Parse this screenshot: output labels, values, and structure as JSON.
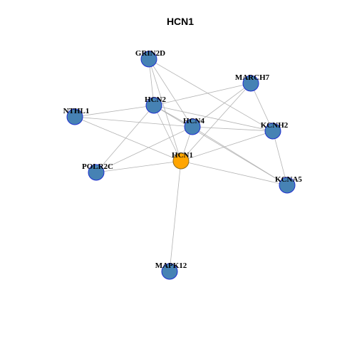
{
  "title": "HCN1",
  "colors": {
    "node_fill": "#4682b4",
    "node_stroke": "#1f2fd0",
    "focus_fill": "#ffa500",
    "focus_stroke": "#8a6a20",
    "edge": "#b3b3b3"
  },
  "nodes": [
    {
      "id": "HCN1",
      "label": "HCN1",
      "focus": true
    },
    {
      "id": "GRIN2D",
      "label": "GRIN2D",
      "focus": false
    },
    {
      "id": "MARCH7",
      "label": "MARCH7",
      "focus": false
    },
    {
      "id": "HCN2",
      "label": "HCN2",
      "focus": false
    },
    {
      "id": "NTHL1",
      "label": "NTHL1",
      "focus": false
    },
    {
      "id": "HCN4",
      "label": "HCN4",
      "focus": false
    },
    {
      "id": "KCNH2",
      "label": "KCNH2",
      "focus": false
    },
    {
      "id": "POLR2C",
      "label": "POLR2C",
      "focus": false
    },
    {
      "id": "KCNA5",
      "label": "KCNA5",
      "focus": false
    },
    {
      "id": "MAPK12",
      "label": "MAPK12",
      "focus": false
    }
  ],
  "edges": [
    [
      "GRIN2D",
      "HCN2"
    ],
    [
      "GRIN2D",
      "HCN4"
    ],
    [
      "GRIN2D",
      "HCN1"
    ],
    [
      "GRIN2D",
      "KCNH2"
    ],
    [
      "MARCH7",
      "HCN2"
    ],
    [
      "MARCH7",
      "HCN4"
    ],
    [
      "MARCH7",
      "HCN1"
    ],
    [
      "MARCH7",
      "KCNH2"
    ],
    [
      "NTHL1",
      "HCN2"
    ],
    [
      "NTHL1",
      "HCN4"
    ],
    [
      "NTHL1",
      "HCN1"
    ],
    [
      "HCN2",
      "HCN4"
    ],
    [
      "HCN2",
      "HCN1"
    ],
    [
      "HCN2",
      "KCNH2"
    ],
    [
      "HCN2",
      "POLR2C"
    ],
    [
      "HCN2",
      "KCNA5"
    ],
    [
      "HCN4",
      "HCN1"
    ],
    [
      "HCN4",
      "KCNH2"
    ],
    [
      "HCN4",
      "POLR2C"
    ],
    [
      "HCN4",
      "KCNA5"
    ],
    [
      "HCN1",
      "POLR2C"
    ],
    [
      "HCN1",
      "KCNH2"
    ],
    [
      "HCN1",
      "KCNA5"
    ],
    [
      "HCN1",
      "MAPK12"
    ],
    [
      "KCNH2",
      "KCNA5"
    ]
  ]
}
